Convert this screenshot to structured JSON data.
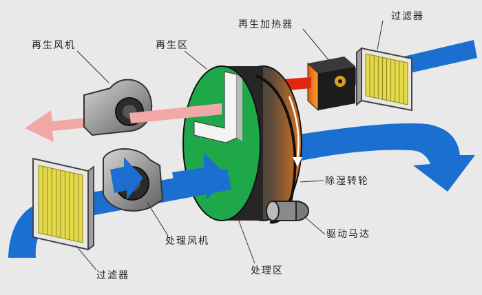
{
  "labels": {
    "regen_fan": "再生风机",
    "regen_zone": "再生区",
    "regen_heater": "再生加热器",
    "filter_top": "过滤器",
    "dehum_wheel": "除湿转轮",
    "process_fan": "处理风机",
    "drive_motor": "驱动马达",
    "process_zone": "处理区",
    "filter_bottom": "过滤器"
  },
  "colors": {
    "background": "#e9e9e9",
    "process_air": "#1a6fd0",
    "regen_exhaust": "#f3a8a8",
    "heated_air": "#e02810",
    "wheel_face": "#1fa84a",
    "filter_frame": "#e8e8e0",
    "filter_media": "#e4d84a"
  }
}
